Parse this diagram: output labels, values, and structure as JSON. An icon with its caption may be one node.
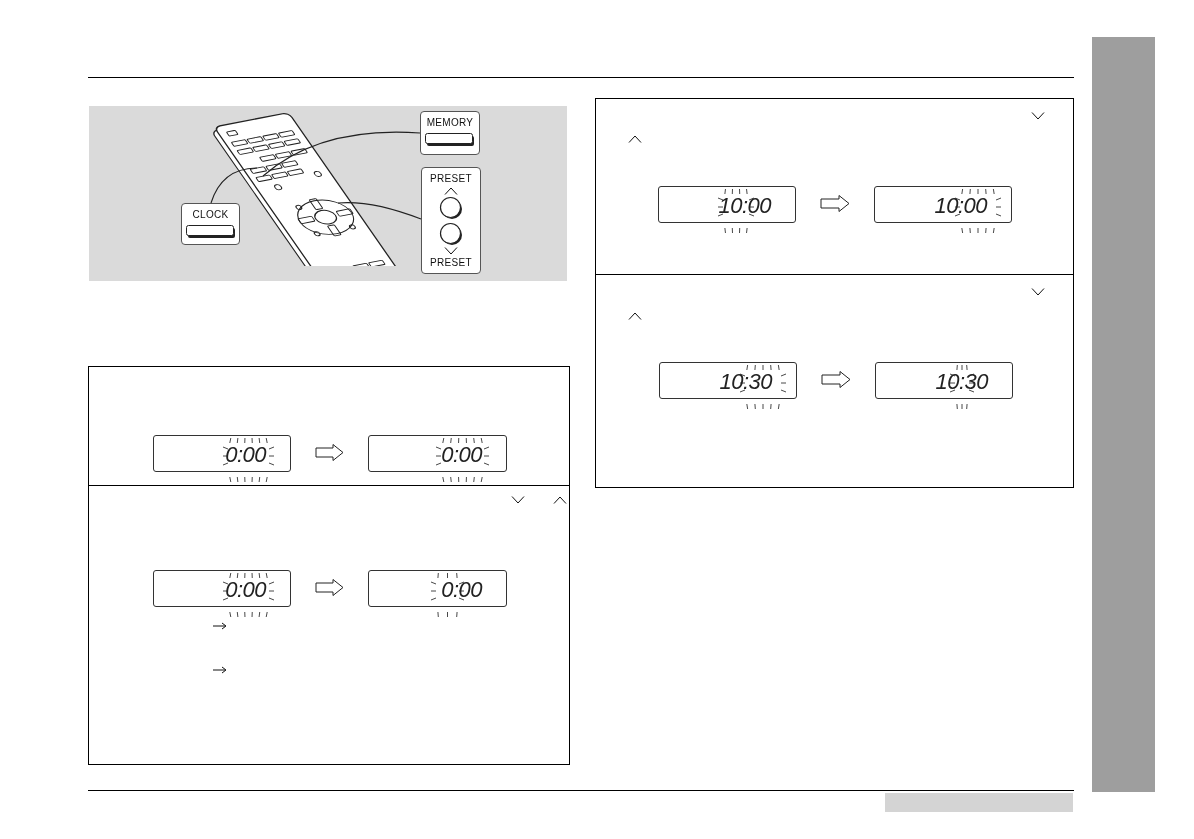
{
  "diagram": {
    "nodes": [
      {
        "text": [],
        "shape": "picture"
      },
      {
        "text": [],
        "shape": "box",
        "in": 0
      },
      {
        "text": [],
        "shape": "box",
        "in": 0
      },
      {
        "text": [],
        "shape": "circle",
        "in": 0
      },
      {
        "text": [
          "CLOCK"
        ]
      },
      {
        "text": [
          "MEMORY"
        ]
      },
      {
        "text": [
          "PRESET",
          "PRESET"
        ]
      },
      {
        "text": [],
        "shape": "box"
      },
      {
        "text": [
          "0:00"
        ],
        "in": 7
      },
      {
        "text": [
          "0:00"
        ],
        "in": 7
      },
      {
        "text": [],
        "shape": "box"
      },
      {
        "text": [
          "0:00"
        ],
        "in": 10
      },
      {
        "text": [
          "0:00"
        ],
        "in": 10
      },
      {
        "text": [],
        "shape": "box"
      },
      {
        "text": [
          "10:00"
        ],
        "in": 13
      },
      {
        "text": [
          "10:00"
        ],
        "in": 13
      },
      {
        "text": [],
        "shape": "box"
      },
      {
        "text": [
          "10:30"
        ],
        "in": 16
      },
      {
        "text": [
          "10:30"
        ],
        "in": 16
      },
      {
        "text": [],
        "shape": "bar"
      },
      {
        "text": [],
        "shape": "bar"
      }
    ],
    "edges": [
      {
        "from": 4,
        "to": 1,
        "arrow": "none"
      },
      {
        "from": 5,
        "to": 2,
        "arrow": "none"
      },
      {
        "from": 6,
        "to": 3,
        "arrow": "none"
      },
      {
        "from": 8,
        "to": 9,
        "arrow": "to"
      },
      {
        "from": 11,
        "to": 12,
        "arrow": "to"
      },
      {
        "from": 14,
        "to": 15,
        "arrow": "to"
      },
      {
        "from": 17,
        "to": 18,
        "arrow": "to"
      }
    ]
  }
}
